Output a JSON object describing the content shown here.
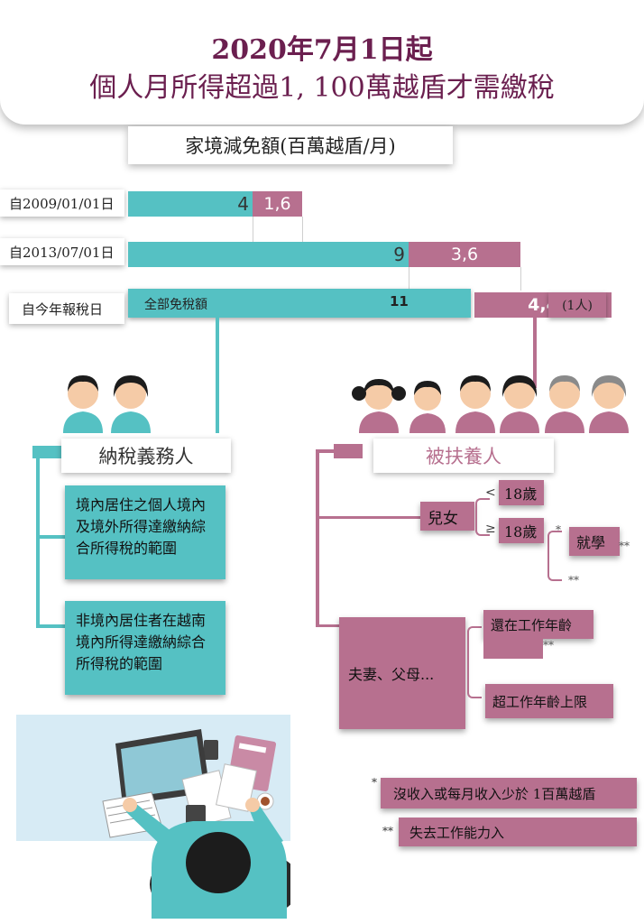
{
  "header": {
    "title_line1": "2020年7月1日起",
    "title_line2": "個人月所得超過1, 100萬越盾才需繳稅"
  },
  "chart_data": {
    "type": "bar",
    "title": "家境減免額(百萬越盾/月)",
    "categories": [
      "自2009/01/01日",
      "自2013/07/01日",
      "自今年報稅日"
    ],
    "series": [
      {
        "name": "",
        "values": [
          4,
          9,
          11
        ],
        "labels": [
          "4",
          "9",
          "11"
        ],
        "color": "#55c1c3"
      },
      {
        "name": "",
        "values": [
          1.6,
          3.6,
          4.4
        ],
        "labels": [
          "1,6",
          "3,6",
          "4,4"
        ],
        "color": "#b7708f"
      }
    ],
    "annotations": {
      "full_exemption": "全部免稅額",
      "per_person": "(1人)"
    }
  },
  "taxpayer": {
    "heading": "納稅義務人",
    "items": [
      "境內居住之個人境內及境外所得達繳納綜合所得稅的範圍",
      "非境內居住者在越南境內所得達繳納綜合所得稅的範圍"
    ]
  },
  "dependents": {
    "heading": "被扶養人",
    "children": "兒女",
    "lt": "<",
    "ge": "≥",
    "age_under": "18歲",
    "age_over": "18歲",
    "study": "就學",
    "star1": "*",
    "star2": "**",
    "star3": "**",
    "spouse": "夫妻、父母...",
    "working": "還在工作年齡",
    "working_star": "**",
    "over_age": "超工作年齡上限"
  },
  "notes": {
    "star1": "*",
    "text1": "沒收入或每月收入少於 1百萬越盾",
    "star2": "**",
    "text2": "失去工作能力入"
  }
}
